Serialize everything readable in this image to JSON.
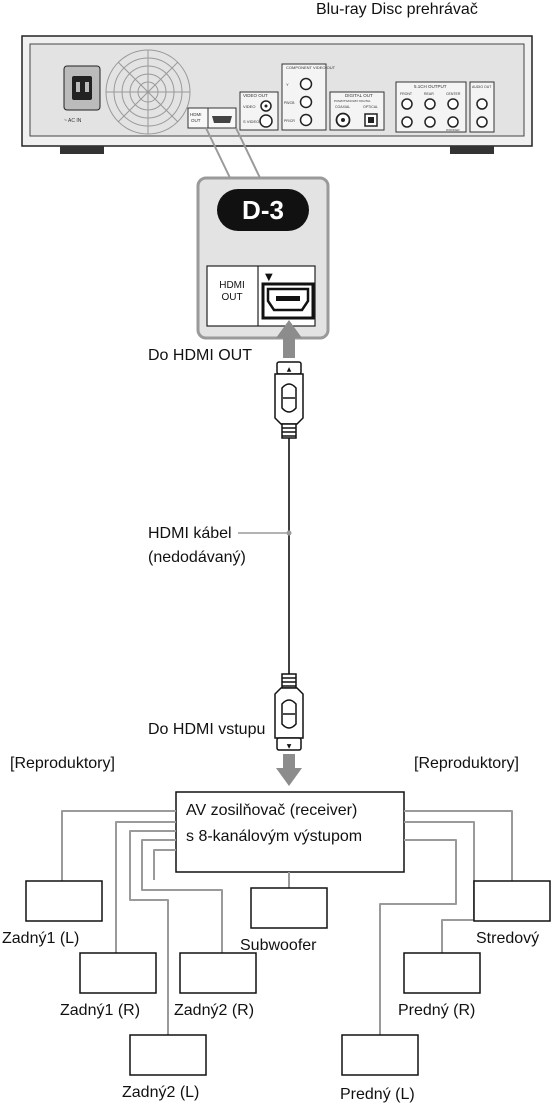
{
  "device_label": "Blu-ray Disc prehrávač",
  "player_panel": {
    "ac_in": "~ AC IN",
    "hdmi_out": "HDMI OUT",
    "video_out": "VIDEO OUT",
    "video": "VIDEO",
    "s_video": "S VIDEO",
    "component_video_out": "COMPONENT VIDEO OUT",
    "y": "Y",
    "pb": "PB/CB",
    "pr": "PR/CR",
    "digital_out": "DIGITAL OUT",
    "digital_out_sub": "PCM/DTS/DOLBY DIGITAL",
    "coaxial": "COAXIAL",
    "optical": "OPTICAL",
    "ch_output": "5.1CH OUTPUT",
    "front": "FRONT",
    "rear": "REAR",
    "center": "CENTER",
    "woofer": "WOOFER",
    "audio_out": "AUDIO OUT"
  },
  "callout": {
    "badge": "D-3",
    "hdmi_label_line1": "HDMI",
    "hdmi_label_line2": "OUT",
    "arrow_mark": "▼"
  },
  "labels": {
    "to_hdmi_out": "Do HDMI OUT",
    "cable_line1": "HDMI kábel",
    "cable_line2": "(nedodávaný)",
    "to_hdmi_in": "Do HDMI vstupu",
    "speakers_left": "[Reproduktory]",
    "speakers_right": "[Reproduktory]"
  },
  "receiver": {
    "line1": "AV zosilňovač (receiver)",
    "line2": "s 8-kanálovým výstupom"
  },
  "speakers": {
    "rear1_l": "Zadný1 (L)",
    "subwoofer": "Subwoofer",
    "center": "Stredový",
    "rear1_r": "Zadný1 (R)",
    "rear2_r": "Zadný2 (R)",
    "front_r": "Predný (R)",
    "rear2_l": "Zadný2 (L)",
    "front_l": "Predný (L)"
  },
  "colors": {
    "arrow": "#8c8c8c",
    "wire": "#9a9a9a",
    "panel": "#e6e6e6",
    "callout_bg": "#e3e3e3",
    "badge": "#111111"
  }
}
